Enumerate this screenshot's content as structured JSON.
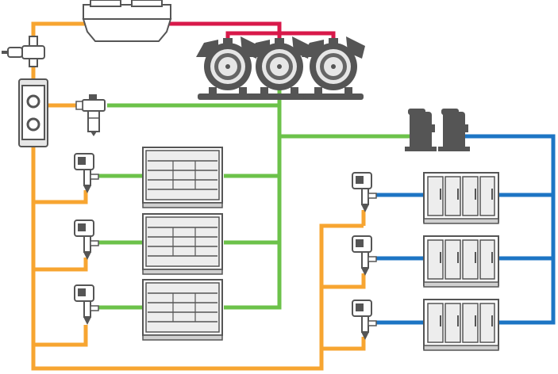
{
  "diagram": {
    "colors": {
      "liquid_line": "#F7A531",
      "suction_medium_temp": "#6CC24A",
      "suction_low_temp": "#1D75C4",
      "discharge_line": "#D8194A",
      "equipment_fill": "#E6E6E6",
      "equipment_outline": "#555555",
      "equipment_dark": "#444444",
      "equipment_mid": "#8C8C8C"
    },
    "components": {
      "condenser": "condenser",
      "compressors_medium_temp": [
        "compressor",
        "compressor",
        "compressor"
      ],
      "compressors_low_temp": [
        "booster-compressor",
        "booster-compressor"
      ],
      "receiver": "liquid-receiver",
      "suction_valve": "valve",
      "expansion_valves": [
        "expansion-valve",
        "expansion-valve",
        "expansion-valve",
        "expansion-valve",
        "expansion-valve",
        "expansion-valve"
      ],
      "open_display_cases": [
        "multideck-case",
        "multideck-case",
        "multideck-case"
      ],
      "freezer_cases": [
        "freezer-case",
        "freezer-case",
        "freezer-case"
      ]
    }
  }
}
